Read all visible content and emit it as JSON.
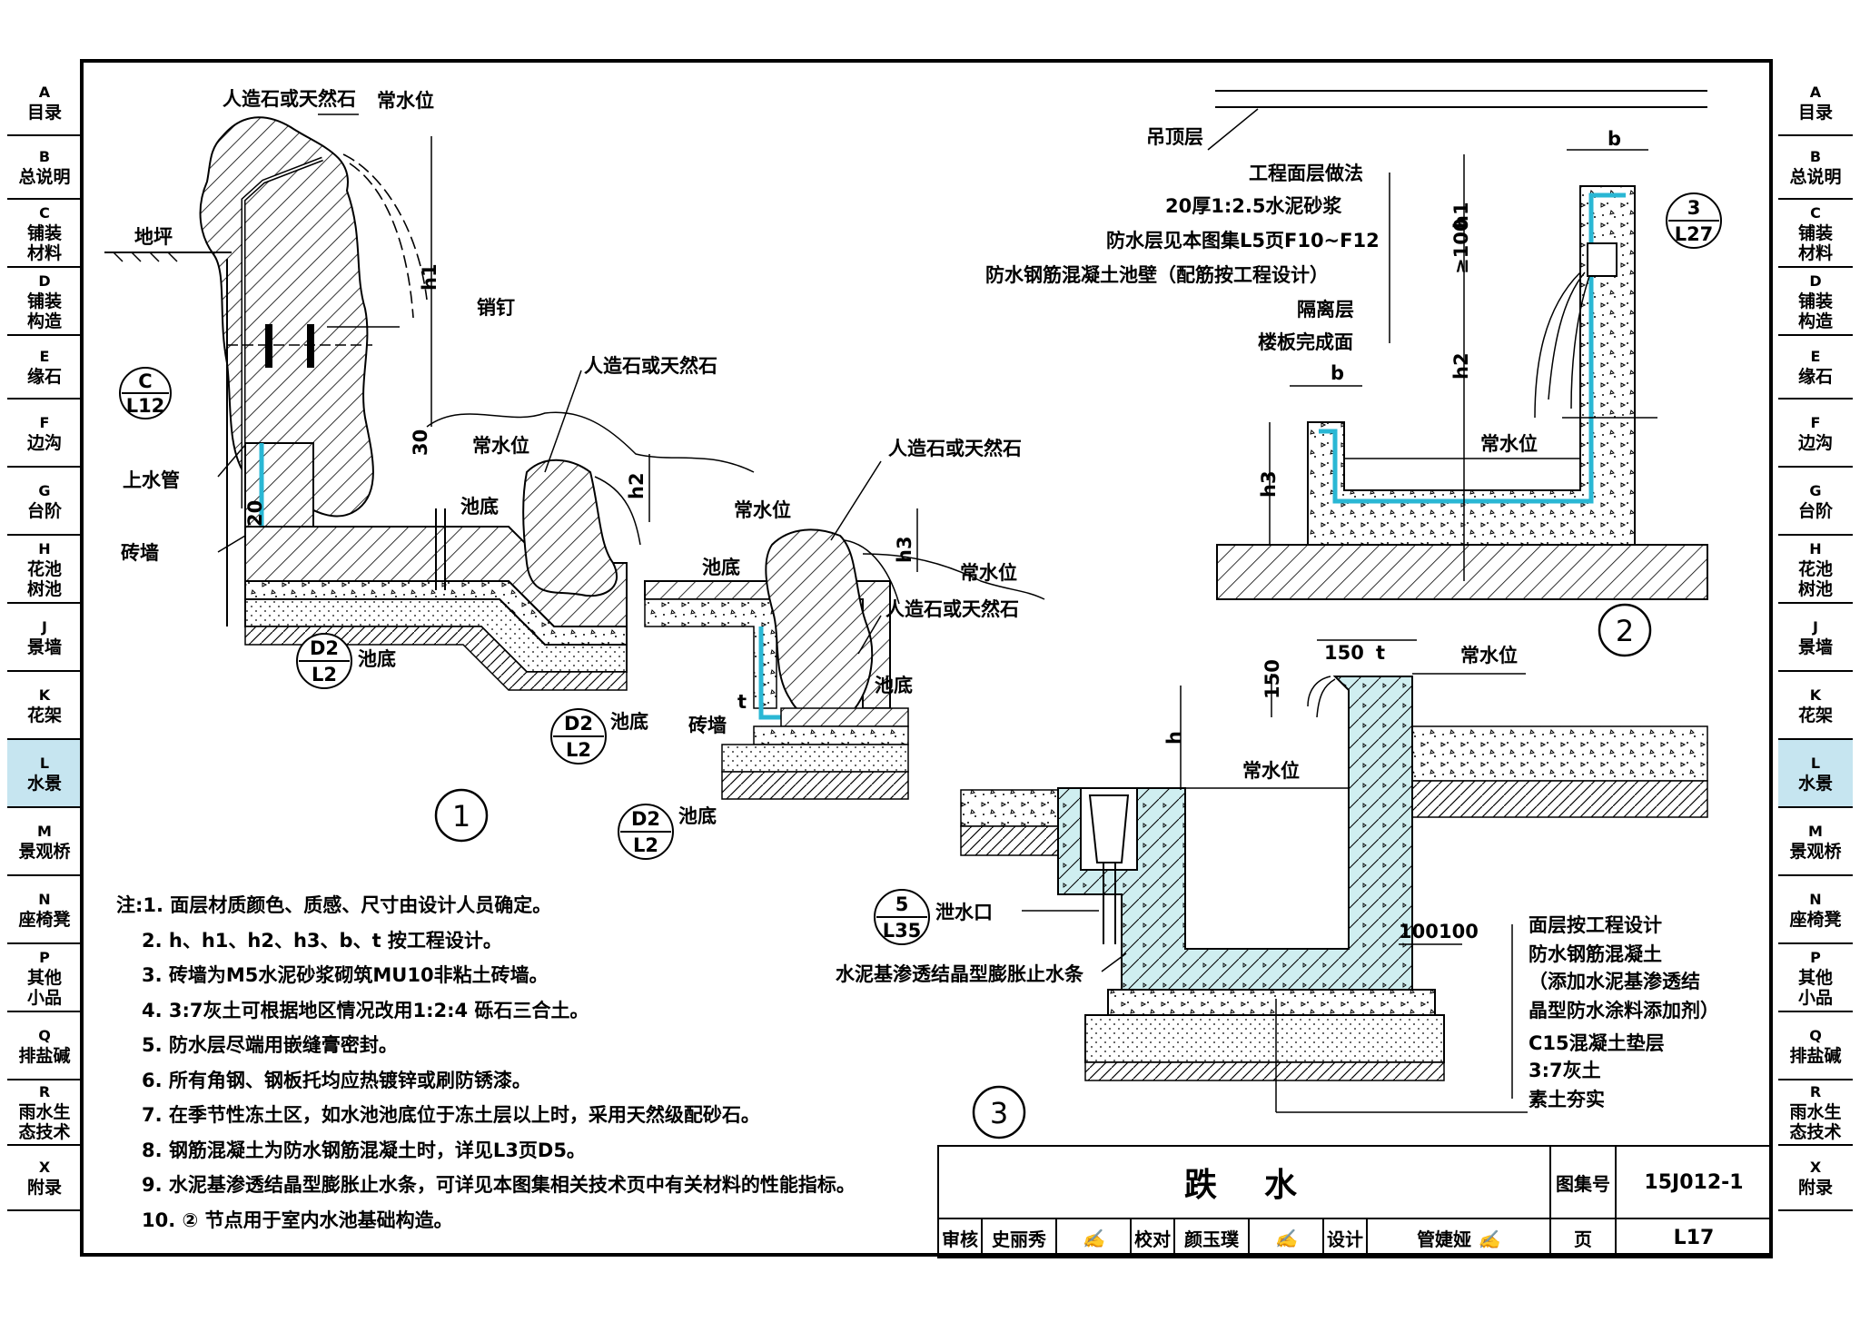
{
  "side_tabs_left": [
    {
      "code": "A",
      "label": "目录"
    },
    {
      "code": "B",
      "label": "总说明"
    },
    {
      "code": "C",
      "label": "铺装\n材料"
    },
    {
      "code": "D",
      "label": "铺装\n构造"
    },
    {
      "code": "E",
      "label": "缘石"
    },
    {
      "code": "F",
      "label": "边沟"
    },
    {
      "code": "G",
      "label": "台阶"
    },
    {
      "code": "H",
      "label": "花池\n树池"
    },
    {
      "code": "J",
      "label": "景墙"
    },
    {
      "code": "K",
      "label": "花架"
    },
    {
      "code": "L",
      "label": "水景",
      "active": true
    },
    {
      "code": "M",
      "label": "景观桥"
    },
    {
      "code": "N",
      "label": "座椅凳"
    },
    {
      "code": "P",
      "label": "其他\n小品"
    },
    {
      "code": "Q",
      "label": "排盐碱"
    },
    {
      "code": "R",
      "label": "雨水生\n态技术"
    },
    {
      "code": "X",
      "label": "附录"
    }
  ],
  "colors": {
    "accent_tab": "#c6e5f0",
    "waterproof": "#2ab7d4"
  },
  "detail1": {
    "marker": "1",
    "labels": {
      "stone1": "人造石或天然石",
      "water_level1": "常水位",
      "ground": "地坪",
      "h1": "h1",
      "pin": "销钉",
      "stone2": "人造石或天然石",
      "ref_c": "C",
      "ref_c_page": "L12",
      "inlet_pipe": "上水管",
      "dim30": "30",
      "water_level2": "常水位",
      "pool_bottom1": "池底",
      "dim20": "20",
      "brick_wall": "砖墙",
      "h2": "h2",
      "stone3": "人造石或天然石",
      "water_level3": "常水位",
      "pool_bottom2": "池底",
      "h3": "h3",
      "water_level4": "常水位",
      "stone4": "人造石或天然石",
      "ref_d2a": "D2",
      "ref_d2a_page": "L2",
      "pool_bottom3": "池底",
      "pool_bottom4": "池底",
      "ref_d2b": "D2",
      "ref_d2b_page": "L2",
      "pool_bottom5": "池底",
      "brick_wall2": "砖墙",
      "t": "t",
      "ref_d2c": "D2",
      "ref_d2c_page": "L2",
      "pool_bottom6": "池底"
    }
  },
  "detail2": {
    "marker": "2",
    "labels": {
      "ceiling": "吊顶层",
      "finish": "工程面层做法",
      "mortar": "20厚1:2.5水泥砂浆",
      "waterproof": "防水层见本图集L5页F10~F12",
      "wall": "防水钢筋混凝土池壁（配筋按工程设计）",
      "isolation": "隔离层",
      "slab": "楼板完成面",
      "b_top": "b",
      "b_left": "b",
      "h1": "h1",
      "ge100": "≥100",
      "h2": "h2",
      "h3": "h3",
      "water_level": "常水位",
      "ref": "3",
      "ref_page": "L27"
    }
  },
  "detail3": {
    "marker": "3",
    "labels": {
      "dim150": "150",
      "t": "t",
      "dim150v": "150",
      "h": "h",
      "water_level_top": "常水位",
      "water_level": "常水位",
      "ref": "5",
      "ref_page": "L35",
      "drain": "泄水口",
      "waterstop": "水泥基渗透结晶型膨胀止水条",
      "dim100a": "100",
      "dim100b": "100",
      "layer1": "面层按工程设计",
      "layer2": "防水钢筋混凝土",
      "layer3": "（添加水泥基渗透结",
      "layer4": "晶型防水涂料添加剂）",
      "layer5": "C15混凝土垫层",
      "layer6": "3:7灰土",
      "layer7": "素土夯实"
    }
  },
  "notes": [
    "注:1. 面层材质颜色、质感、尺寸由设计人员确定。",
    "2. h、h1、h2、h3、b、t 按工程设计。",
    "3. 砖墙为M5水泥砂浆砌筑MU10非粘土砖墙。",
    "4. 3:7灰土可根据地区情况改用1:2:4 砾石三合土。",
    "5. 防水层尽端用嵌缝膏密封。",
    "6. 所有角钢、钢板托均应热镀锌或刷防锈漆。",
    "7. 在季节性冻土区，如水池池底位于冻土层以上时，采用天然级配砂石。",
    "8. 钢筋混凝土为防水钢筋混凝土时，详见L3页D5。",
    "9. 水泥基渗透结晶型膨胀止水条，可详见本图集相关技术页中有关材料的性能指标。",
    "10. ② 节点用于室内水池基础构造。"
  ],
  "title_block": {
    "title": "跌　水",
    "atlas_label": "图集号",
    "atlas_no": "15J012-1",
    "review_label": "审核",
    "reviewer": "史丽秀",
    "check_label": "校对",
    "checker": "颜玉璞",
    "design_label": "设计",
    "designer": "管婕娅",
    "page_label": "页",
    "page_no": "L17"
  }
}
